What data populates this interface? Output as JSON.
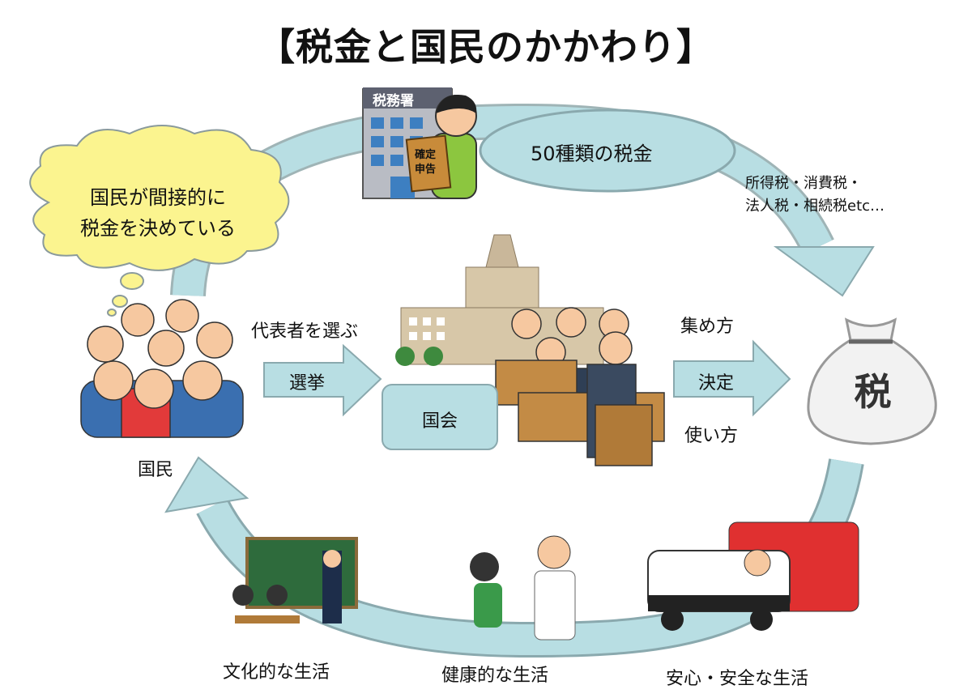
{
  "title": "【税金と国民のかかわり】",
  "tax_office": {
    "sign": "税務署",
    "paper_line1": "確定",
    "paper_line2": "申告"
  },
  "tax_types": {
    "ellipse_label": "50種類の税金",
    "examples_line1": "所得税・消費税・",
    "examples_line2": "法人税・相続税etc…"
  },
  "thought_cloud": {
    "line1": "国民が間接的に",
    "line2": "税金を決めている"
  },
  "citizens": {
    "label": "国民"
  },
  "election": {
    "caption": "代表者を選ぶ",
    "arrow_label": "選挙"
  },
  "diet": {
    "label": "国会"
  },
  "decision": {
    "caption_top": "集め方",
    "arrow_label": "決定",
    "caption_bottom": "使い方"
  },
  "tax_bag": {
    "label": "税"
  },
  "benefits": [
    {
      "label": "文化的な生活"
    },
    {
      "label": "健康的な生活"
    },
    {
      "label": "安心・安全な生活"
    }
  ],
  "colors": {
    "shape_fill": "#b8dee3",
    "shape_stroke": "#8aa9ae",
    "cloud_fill": "#fbf48f"
  }
}
